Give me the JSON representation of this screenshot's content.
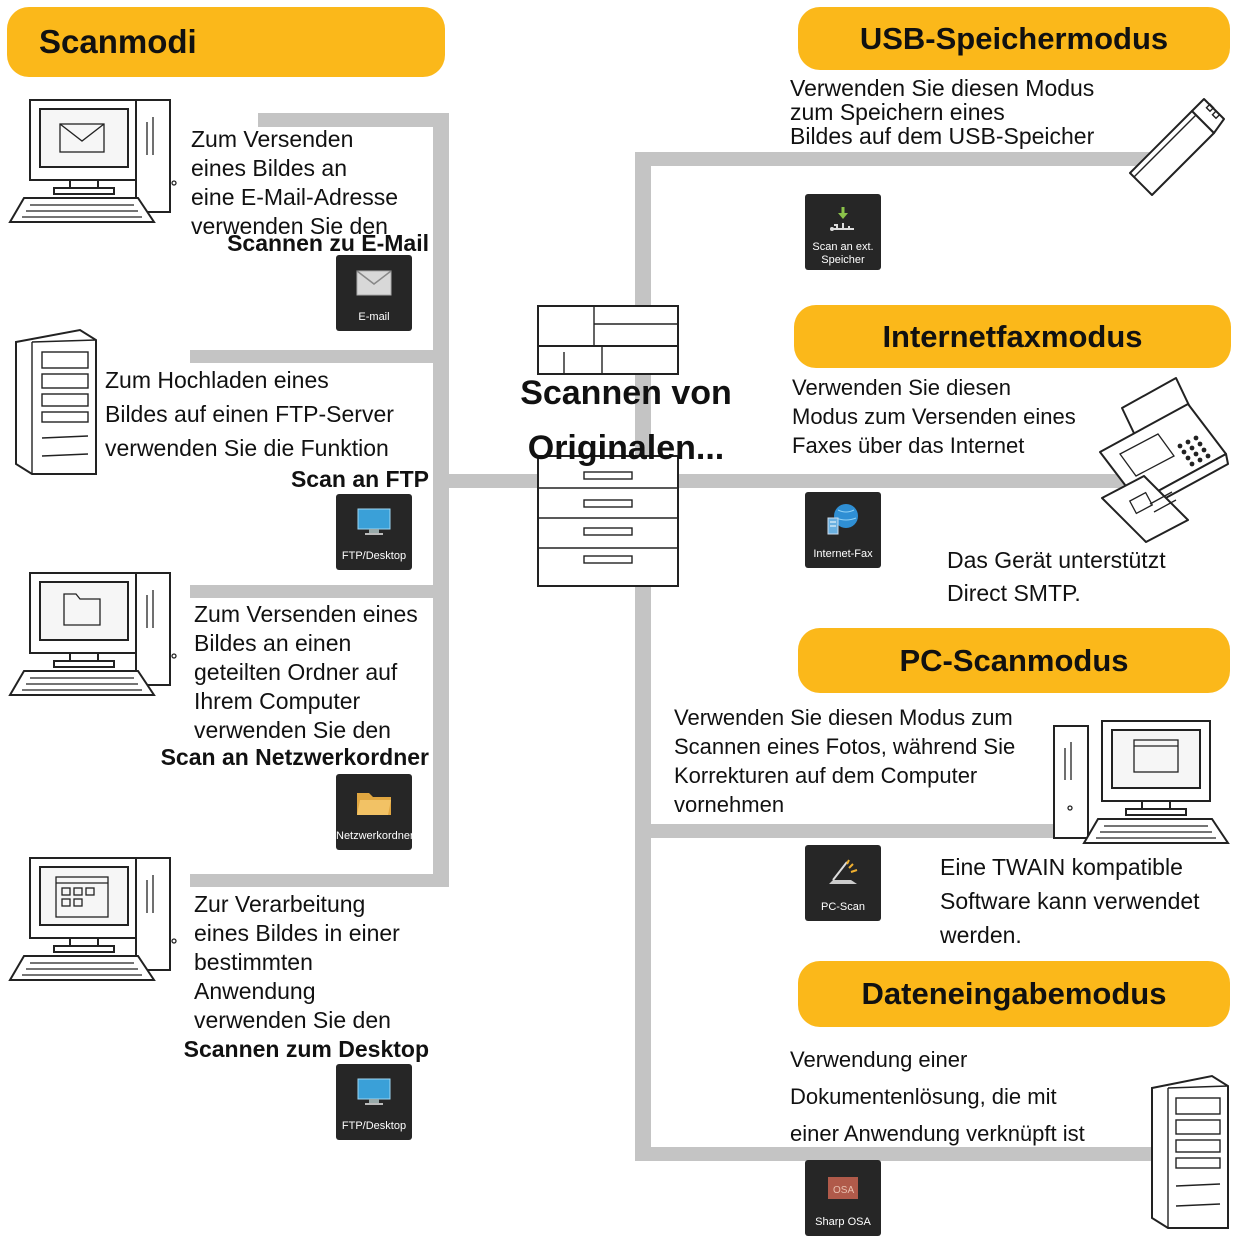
{
  "scan_modes": {
    "title": "Scanmodi",
    "items": [
      {
        "lines": [
          "Zum Versenden",
          "eines Bildes an",
          "eine E-Mail-Adresse",
          "verwenden Sie den"
        ],
        "bold": "Scannen zu E-Mail",
        "tile": "E-mail",
        "tile_icon": "envelope-icon"
      },
      {
        "lines": [
          "Zum Hochladen eines",
          "Bildes auf einen FTP-Server",
          "verwenden Sie die Funktion"
        ],
        "bold": "Scan an FTP",
        "tile": "FTP/Desktop",
        "tile_icon": "monitor-icon"
      },
      {
        "lines": [
          "Zum Versenden eines",
          "Bildes an einen",
          "geteilten Ordner auf",
          "Ihrem Computer",
          "verwenden Sie den"
        ],
        "bold": "Scan an Netzwerkordner",
        "tile": "Netzwerkordner",
        "tile_icon": "folder-icon"
      },
      {
        "lines": [
          "Zur Verarbeitung",
          "eines Bildes in einer",
          "bestimmten",
          "Anwendung",
          "verwenden Sie den"
        ],
        "bold": "Scannen zum Desktop",
        "tile": "FTP/Desktop",
        "tile_icon": "monitor-icon"
      }
    ]
  },
  "center": {
    "line1": "Scannen von",
    "line2": "Originalen..."
  },
  "usb": {
    "title": "USB-Speichermodus",
    "lines": [
      "Verwenden Sie diesen Modus",
      "zum Speichern eines",
      "Bildes auf dem USB-Speicher"
    ],
    "tile_line1": "Scan an ext.",
    "tile_line2": "Speicher"
  },
  "ifax": {
    "title": "Internetfaxmodus",
    "lines": [
      "Verwenden Sie diesen",
      "Modus zum Versenden eines",
      "Faxes über das Internet"
    ],
    "tile": "Internet-Fax",
    "note": [
      "Das Gerät unterstützt",
      "Direct SMTP."
    ]
  },
  "pcscan": {
    "title": "PC-Scanmodus",
    "lines": [
      "Verwenden Sie diesen Modus zum",
      "Scannen eines Fotos, während Sie",
      "Korrekturen auf dem Computer",
      "vornehmen"
    ],
    "tile": "PC-Scan",
    "note": [
      "Eine TWAIN kompatible",
      "Software kann verwendet",
      "werden."
    ]
  },
  "datainput": {
    "title": "Dateneingabemodus",
    "lines": [
      "Verwendung einer",
      "Dokumentenlösung, die mit",
      "einer Anwendung verknüpft ist"
    ],
    "tile": "Sharp OSA"
  },
  "colors": {
    "accent": "#fbb81a",
    "connector": "#c4c4c4",
    "tile_bg": "#262626"
  }
}
